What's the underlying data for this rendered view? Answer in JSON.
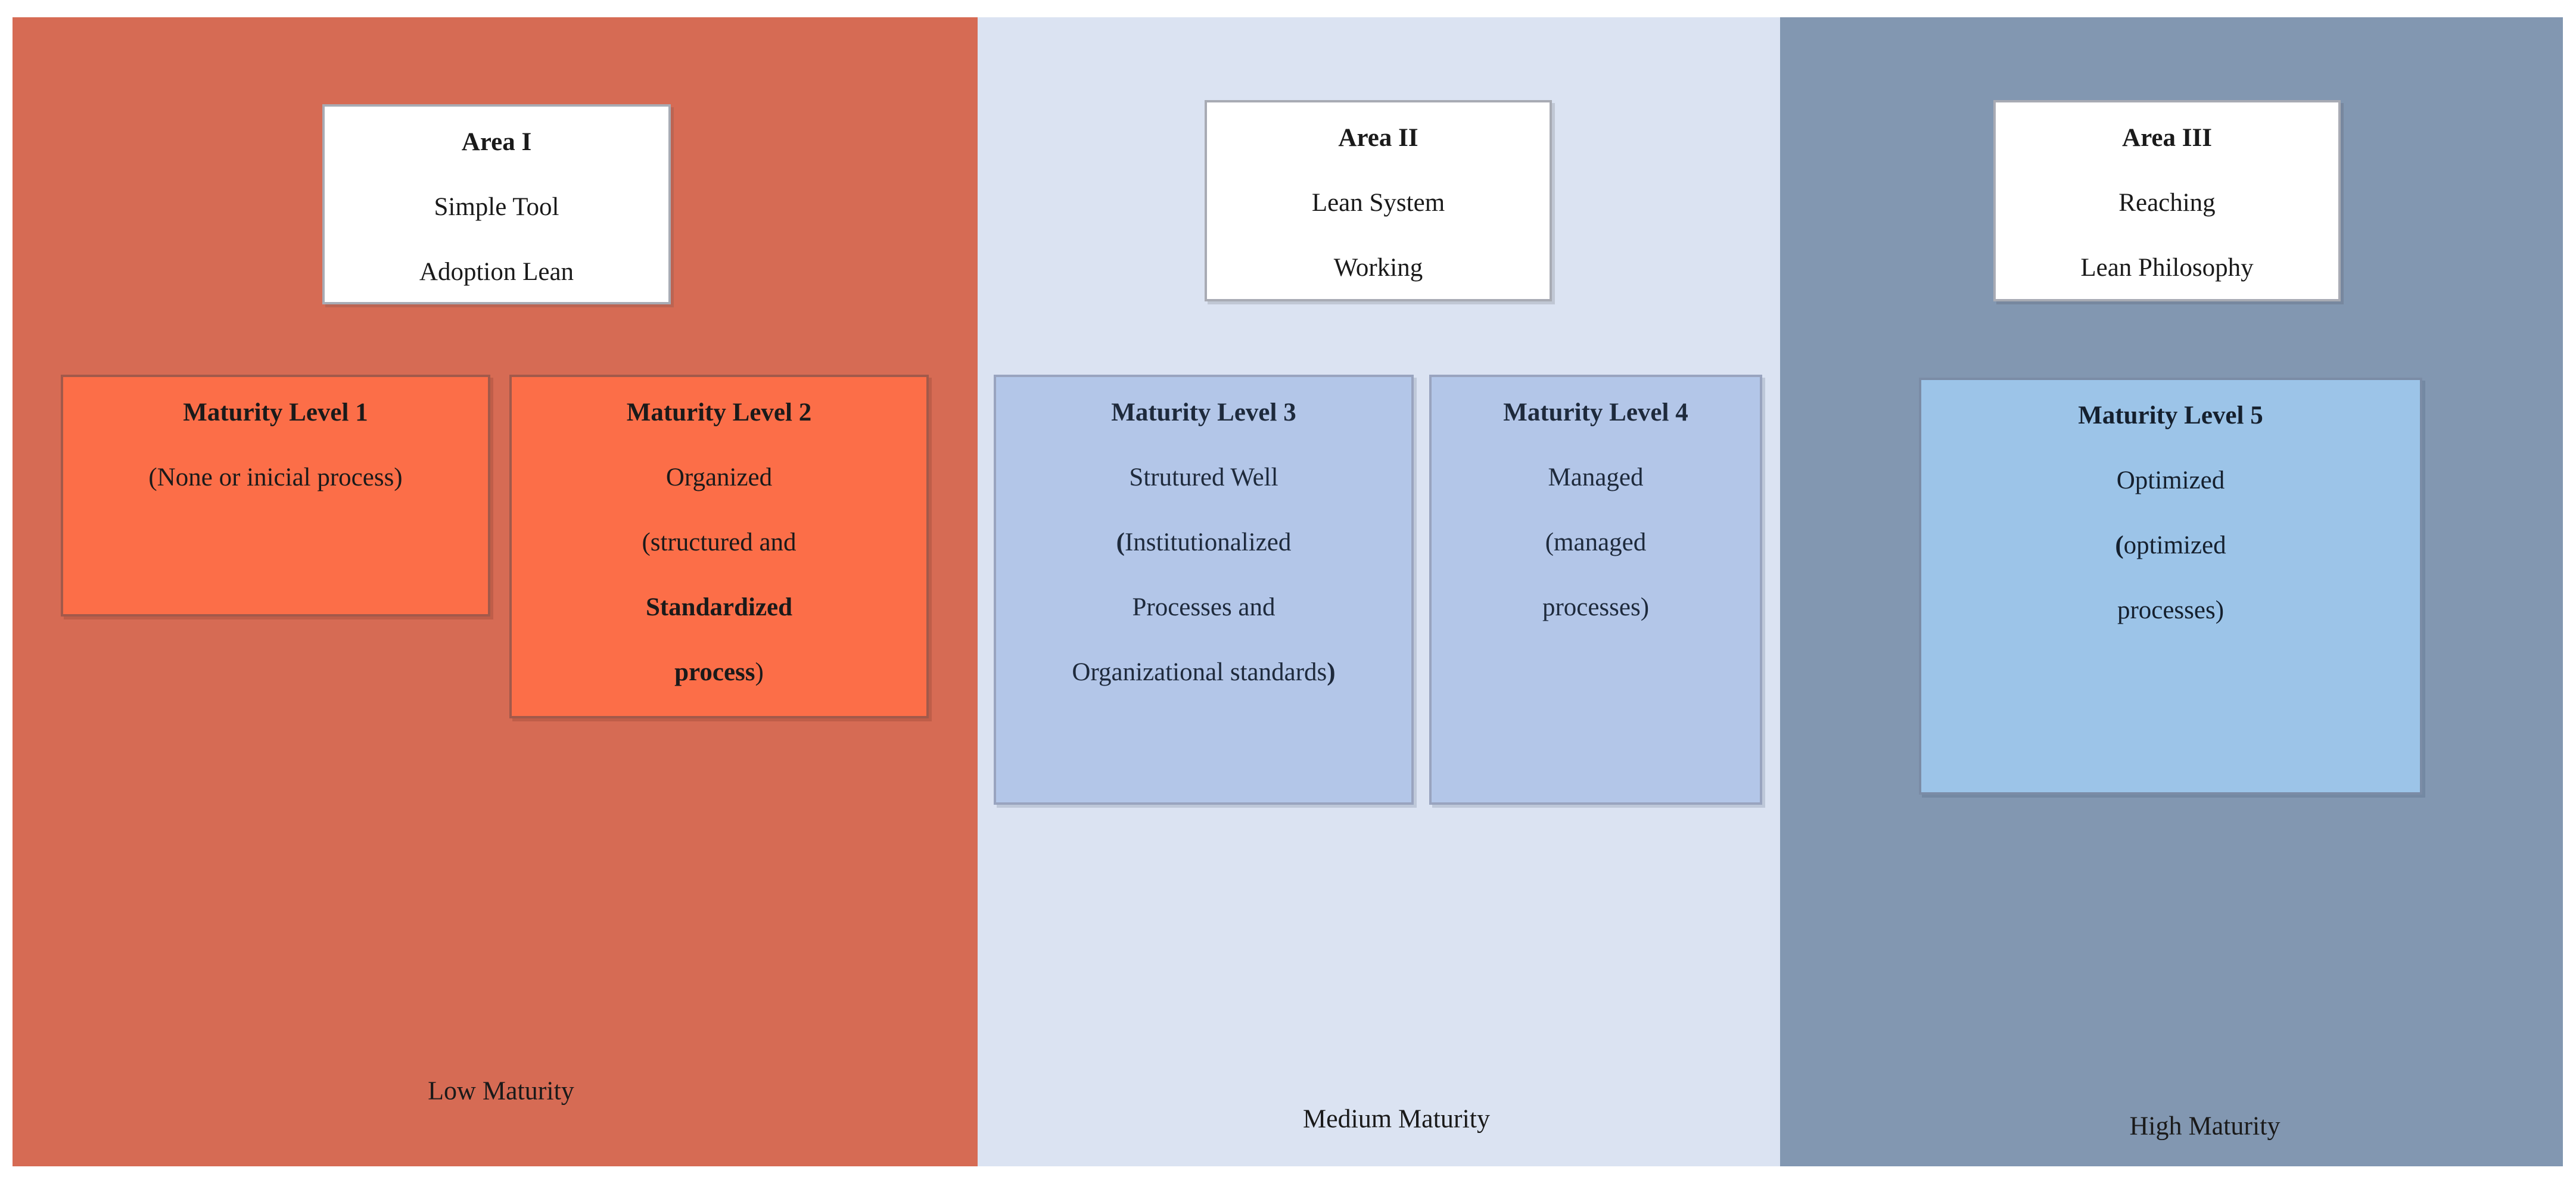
{
  "colors": {
    "panel_low": "#d66b54",
    "panel_medium": "#dbe3f2",
    "panel_high": "#8297b1",
    "level_fill_low": "#fc6e48",
    "level_border_low": "#a2594a",
    "level_fill_medium": "#b3c6e8",
    "level_border_medium": "#99a4bf",
    "level_fill_high": "#9cc4e8",
    "level_border_high": "#7b8ca6",
    "area_box_bg": "#ffffff",
    "area_box_border": "#a8abb4"
  },
  "panels": [
    {
      "maturity_label": "Low Maturity",
      "area_box": {
        "lines": [
          [
            {
              "t": "Area I",
              "b": true
            }
          ],
          [
            {
              "t": "Simple Tool",
              "b": false
            }
          ],
          [
            {
              "t": "Adoption Lean",
              "b": false
            }
          ]
        ]
      },
      "level_boxes": [
        {
          "lines": [
            [
              {
                "t": "Maturity Level 1",
                "b": true
              }
            ],
            [
              {
                "t": "(None or inicial process)",
                "b": false
              }
            ]
          ]
        },
        {
          "lines": [
            [
              {
                "t": "Maturity Level 2",
                "b": true
              }
            ],
            [
              {
                "t": "Organized",
                "b": false
              }
            ],
            [
              {
                "t": "(structured and",
                "b": false
              }
            ],
            [
              {
                "t": "Standardized",
                "b": true
              }
            ],
            [
              {
                "t": "process",
                "b": true
              },
              {
                "t": ")",
                "b": false
              }
            ]
          ]
        }
      ]
    },
    {
      "maturity_label": "Medium Maturity",
      "area_box": {
        "lines": [
          [
            {
              "t": "Area II",
              "b": true
            }
          ],
          [
            {
              "t": "Lean System",
              "b": false
            }
          ],
          [
            {
              "t": "Working",
              "b": false
            }
          ]
        ]
      },
      "level_boxes": [
        {
          "lines": [
            [
              {
                "t": "Maturity Level 3",
                "b": true
              }
            ],
            [
              {
                "t": "Strutured Well",
                "b": false
              }
            ],
            [
              {
                "t": "(",
                "b": true
              },
              {
                "t": "Institutionalized",
                "b": false
              }
            ],
            [
              {
                "t": "Processes and",
                "b": false
              }
            ],
            [
              {
                "t": "Organizational standards",
                "b": false
              },
              {
                "t": ")",
                "b": true
              }
            ]
          ]
        },
        {
          "lines": [
            [
              {
                "t": "Maturity Level 4",
                "b": true
              }
            ],
            [
              {
                "t": "Managed",
                "b": false
              }
            ],
            [
              {
                "t": "(managed",
                "b": false
              }
            ],
            [
              {
                "t": "processes)",
                "b": false
              }
            ]
          ]
        }
      ]
    },
    {
      "maturity_label": "High Maturity",
      "area_box": {
        "lines": [
          [
            {
              "t": "Area III",
              "b": true
            }
          ],
          [
            {
              "t": "Reaching",
              "b": false
            }
          ],
          [
            {
              "t": "Lean Philosophy",
              "b": false
            }
          ]
        ]
      },
      "level_boxes": [
        {
          "lines": [
            [
              {
                "t": "Maturity Level 5",
                "b": true
              }
            ],
            [
              {
                "t": "Optimized",
                "b": false
              }
            ],
            [
              {
                "t": "(",
                "b": true
              },
              {
                "t": "optimized",
                "b": false
              }
            ],
            [
              {
                "t": "processes)",
                "b": false
              }
            ]
          ]
        }
      ]
    }
  ]
}
